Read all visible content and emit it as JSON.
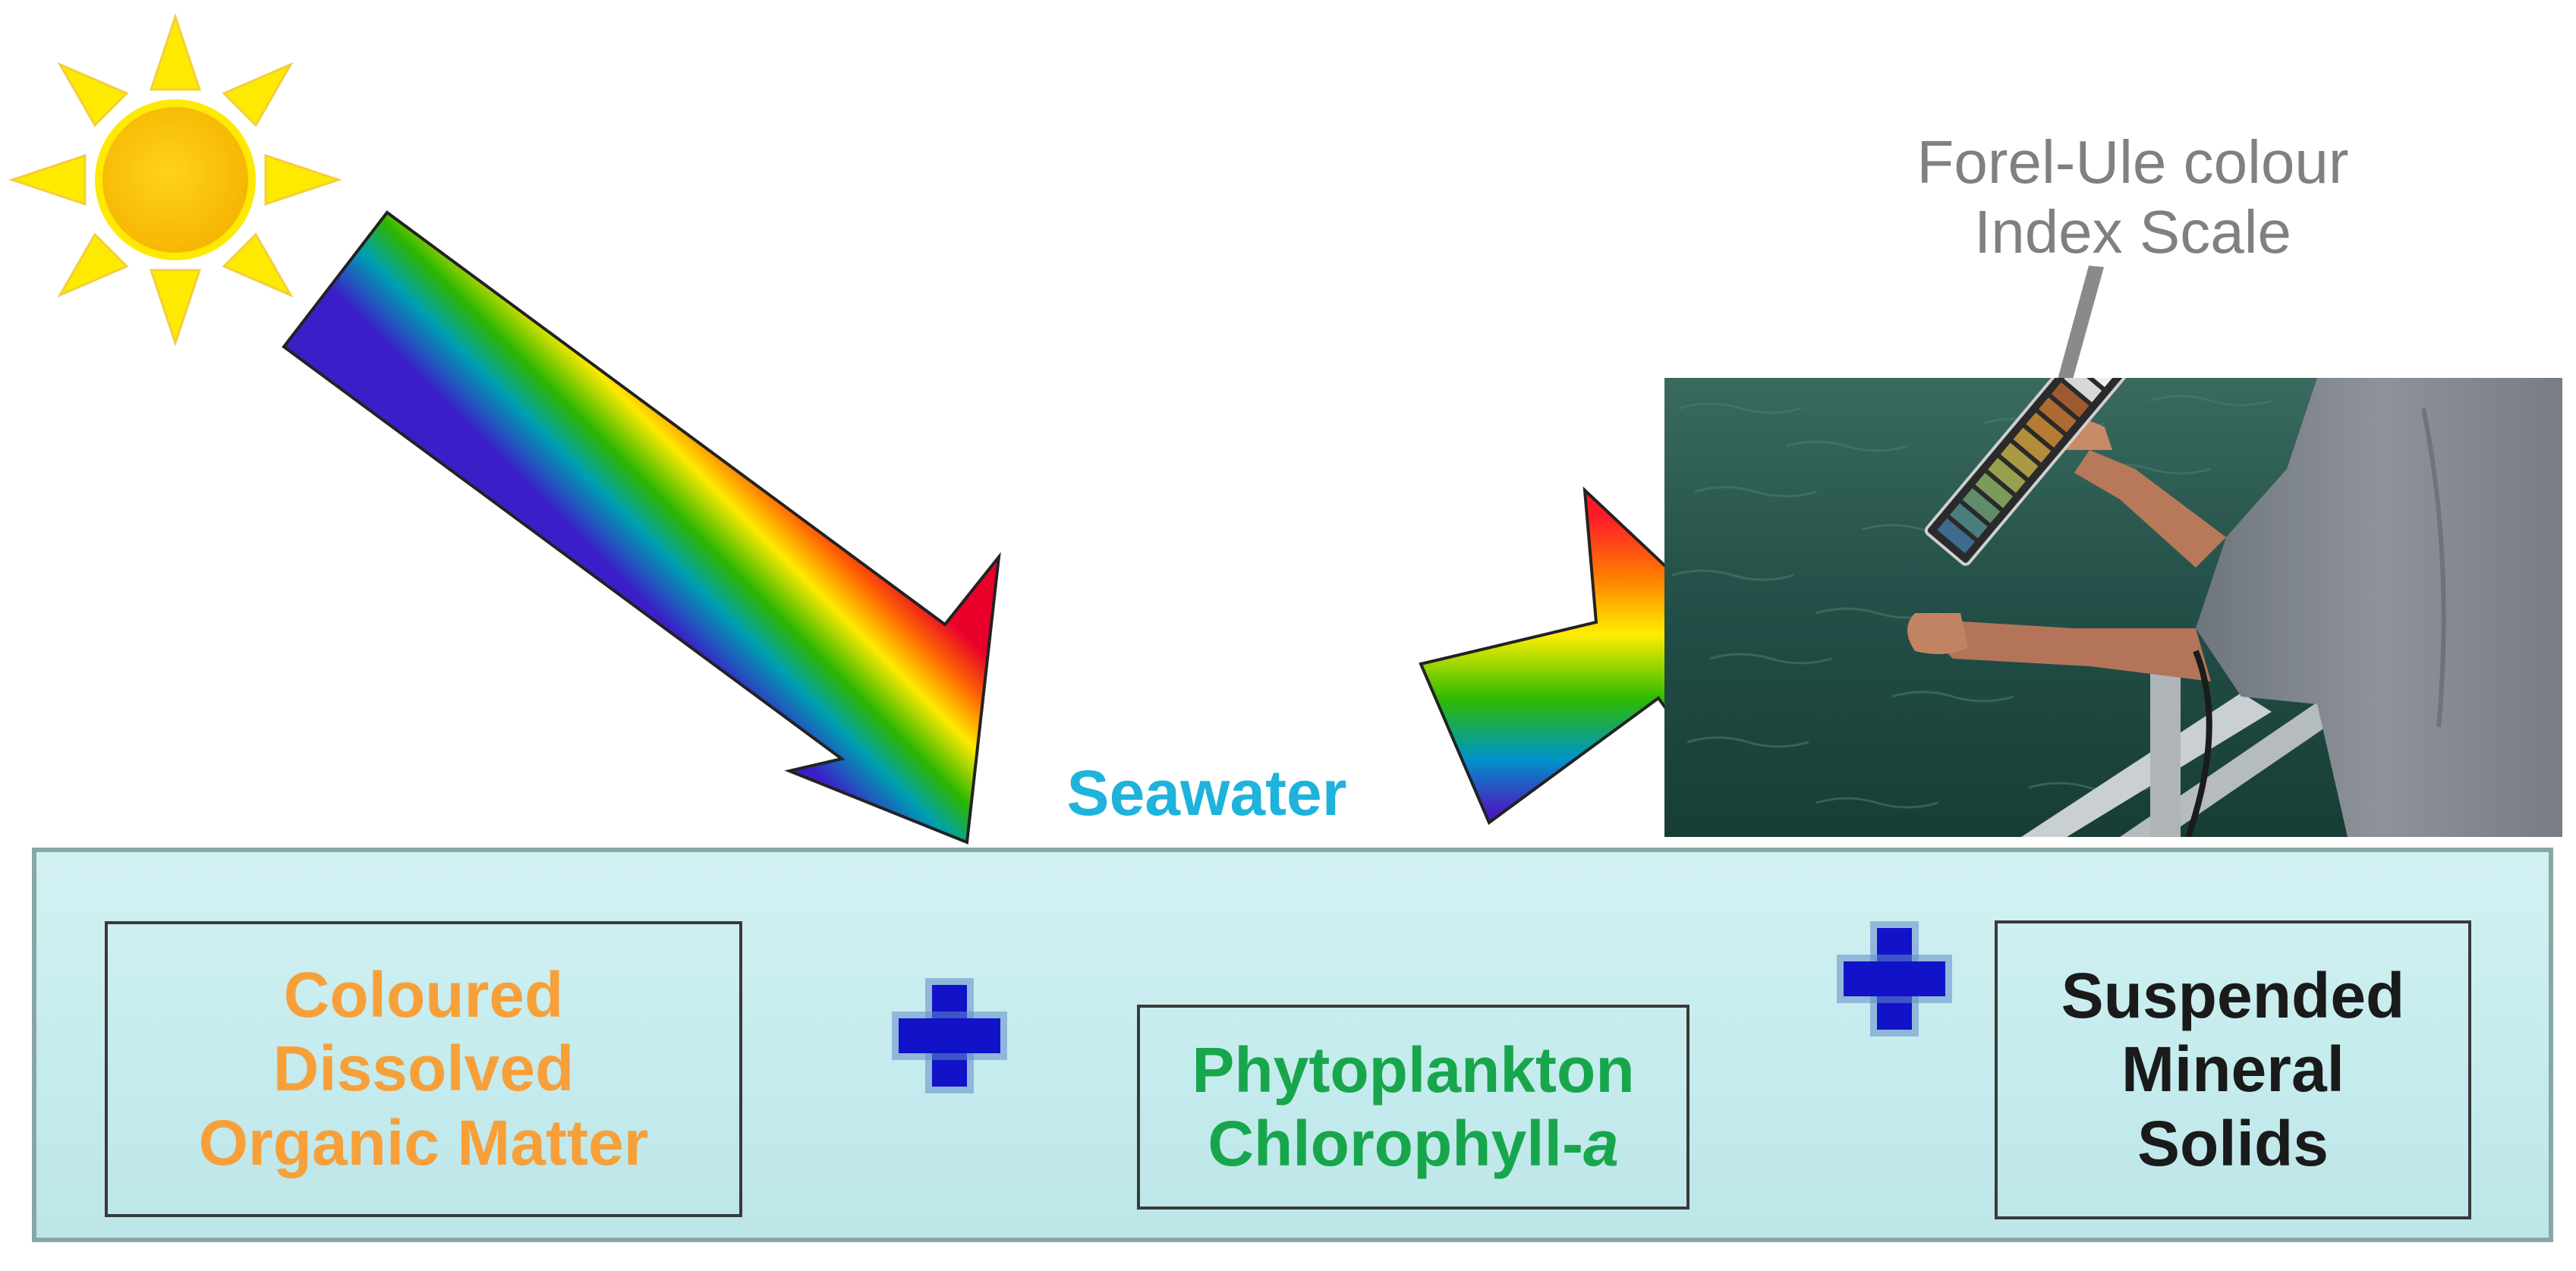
{
  "colors": {
    "seawater_label": "#1fb3dc",
    "forel_label": "#808080",
    "cdom": "#f7a03a",
    "phytoplankton": "#18a64c",
    "mineral": "#1a1a1a",
    "sun": "#fdc401",
    "sun_rays": "#fdea00",
    "plus": "#1212c8"
  },
  "icons": {
    "sun": "sun-icon",
    "incoming_light": "rainbow-arrow-down-right",
    "reflected_light": "rainbow-arrow-up-right",
    "plus": "plus-icon"
  },
  "photo": {
    "subject": "person holding Forel-Ule colour scale over sea"
  },
  "labels": {
    "forel_ule": "Forel-Ule colour\nIndex Scale",
    "seawater": "Seawater"
  },
  "components": {
    "cdom": "Coloured\nDissolved\nOrganic Matter",
    "phytoplankton_line1": "Phytoplankton",
    "phytoplankton_line2_prefix": "Chlorophyll-",
    "phytoplankton_line2_italic": "a",
    "mineral": "Suspended\nMineral\nSolids"
  }
}
